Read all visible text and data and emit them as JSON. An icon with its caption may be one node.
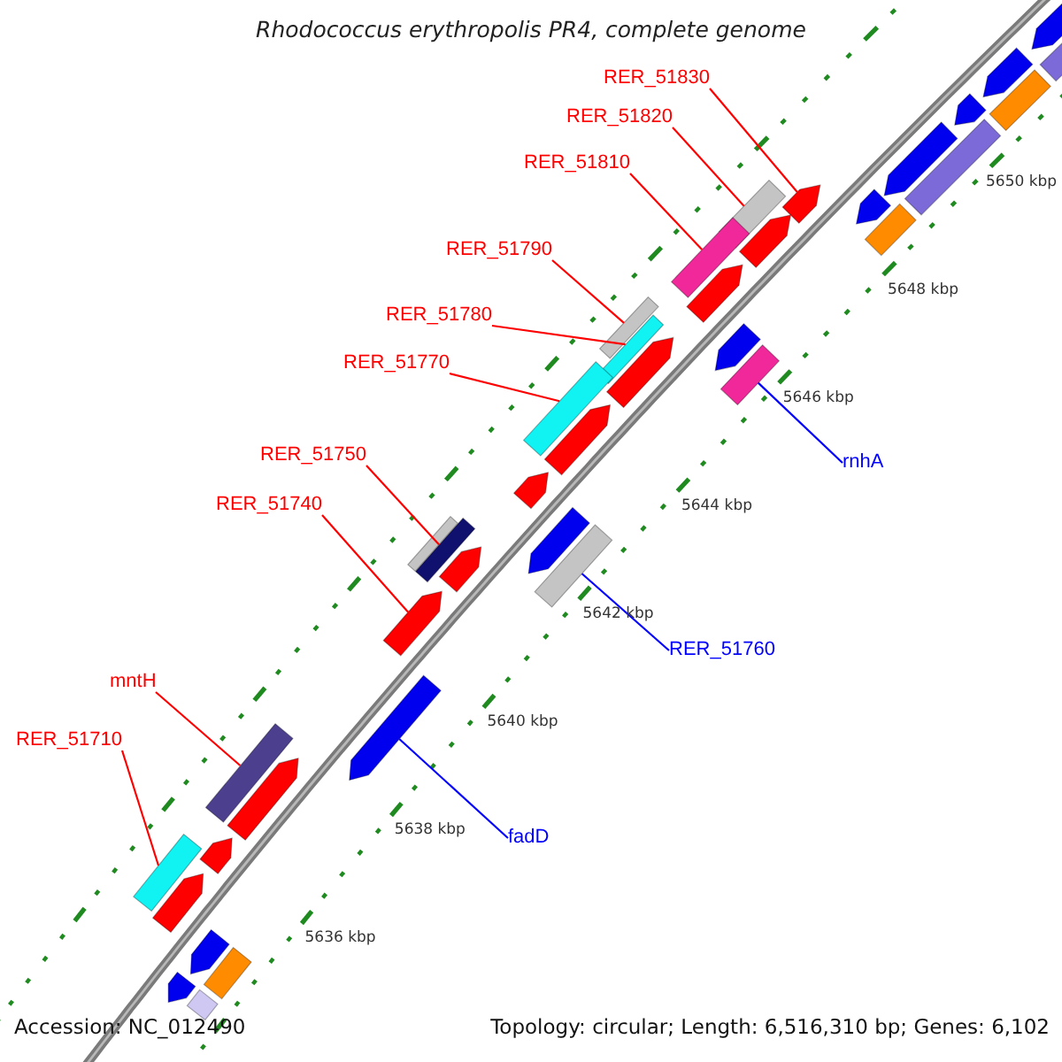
{
  "diagram": {
    "title": "Rhodococcus erythropolis PR4, complete genome",
    "nodes": [
      {
        "text": [
          "RER_51830"
        ]
      },
      {
        "text": [
          "RER_51820"
        ]
      },
      {
        "text": [
          "RER_51810"
        ]
      },
      {
        "text": [
          "RER_51790"
        ]
      },
      {
        "text": [
          "RER_51780"
        ]
      },
      {
        "text": [
          "RER_51770"
        ]
      },
      {
        "text": [
          "RER_51750"
        ]
      },
      {
        "text": [
          "RER_51740"
        ]
      },
      {
        "text": [
          "mntH"
        ]
      },
      {
        "text": [
          "RER_51710"
        ]
      },
      {
        "text": [
          "rnhA"
        ]
      },
      {
        "text": [
          "RER_51760"
        ]
      },
      {
        "text": [
          "fadD"
        ]
      },
      {
        "text": [],
        "shape": "bar"
      },
      {
        "text": [],
        "shape": "bar"
      },
      {
        "text": [],
        "shape": "bar"
      },
      {
        "text": [],
        "shape": "bar"
      },
      {
        "text": [],
        "shape": "bar"
      },
      {
        "text": [],
        "shape": "bar"
      },
      {
        "text": [],
        "shape": "bar"
      },
      {
        "text": [],
        "shape": "bar"
      },
      {
        "text": [],
        "shape": "bar"
      },
      {
        "text": [],
        "shape": "bar"
      },
      {
        "text": [],
        "shape": "bar"
      },
      {
        "text": [],
        "shape": "bar"
      },
      {
        "text": [],
        "shape": "bar"
      },
      {
        "text": [],
        "shape": "bar"
      },
      {
        "text": [],
        "shape": "bar"
      },
      {
        "text": [],
        "shape": "bar"
      },
      {
        "text": [],
        "shape": "bar"
      },
      {
        "text": [],
        "shape": "bar"
      },
      {
        "text": [],
        "shape": "bar"
      },
      {
        "text": [],
        "shape": "bar"
      },
      {
        "text": [],
        "shape": "bar"
      },
      {
        "text": [],
        "shape": "bar"
      },
      {
        "text": [],
        "shape": "bar"
      },
      {
        "text": [],
        "shape": "bar"
      },
      {
        "text": [],
        "shape": "bar"
      },
      {
        "text": [],
        "shape": "bar"
      },
      {
        "text": [],
        "shape": "bar"
      },
      {
        "text": [],
        "shape": "bar"
      },
      {
        "text": [],
        "shape": "bar"
      },
      {
        "text": [],
        "shape": "bar"
      },
      {
        "text": [],
        "shape": "bar"
      },
      {
        "text": [],
        "shape": "bar"
      },
      {
        "text": [],
        "shape": "bar"
      },
      {
        "text": [],
        "shape": "bar"
      },
      {
        "text": [],
        "shape": "bar"
      },
      {
        "text": [],
        "shape": "bar"
      },
      {
        "text": [],
        "shape": "bar"
      },
      {
        "text": [],
        "shape": "bar"
      }
    ],
    "edges": [
      {
        "from": 0,
        "to": 22,
        "arrow": "none"
      },
      {
        "from": 1,
        "to": 23,
        "arrow": "none"
      },
      {
        "from": 2,
        "to": 25,
        "arrow": "none"
      },
      {
        "from": 3,
        "to": 29,
        "arrow": "none"
      },
      {
        "from": 4,
        "to": 30,
        "arrow": "none"
      },
      {
        "from": 5,
        "to": 32,
        "arrow": "none"
      },
      {
        "from": 6,
        "to": 37,
        "arrow": "none"
      },
      {
        "from": 7,
        "to": 40,
        "arrow": "none"
      },
      {
        "from": 8,
        "to": 42,
        "arrow": "none"
      },
      {
        "from": 9,
        "to": 45,
        "arrow": "none"
      },
      {
        "from": 10,
        "to": 28,
        "arrow": "none",
        "color": "#0000ff"
      },
      {
        "from": 11,
        "to": 35,
        "arrow": "none",
        "color": "#0000ff"
      },
      {
        "from": 12,
        "to": 41,
        "arrow": "none",
        "color": "#0000ff"
      }
    ],
    "labels": [
      "5650 kbp",
      "5648 kbp",
      "5646 kbp",
      "5644 kbp",
      "5642 kbp",
      "5640 kbp",
      "5638 kbp",
      "5636 kbp",
      "Accession: NC_012490",
      "Topology: circular; Length: 6,516,310 bp; Genes: 6,102"
    ]
  }
}
